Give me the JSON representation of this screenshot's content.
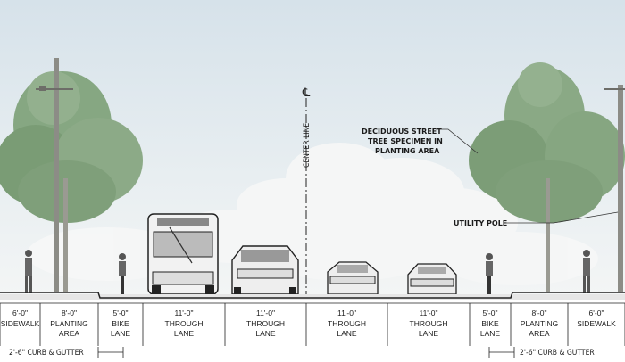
{
  "center_line": {
    "symbol": "℄",
    "label": "CENTER LINE"
  },
  "callouts": {
    "tree": [
      "DECIDUOUS STREET",
      "TREE SPECIMEN IN",
      "PLANTING AREA"
    ],
    "pole": "UTILITY POLE"
  },
  "segments": [
    {
      "width": "6'-0\"",
      "name": [
        "SIDEWALK"
      ]
    },
    {
      "width": "8'-0\"",
      "name": [
        "PLANTING",
        "AREA"
      ]
    },
    {
      "width": "5'-0\"",
      "name": [
        "BIKE",
        "LANE"
      ]
    },
    {
      "width": "11'-0\"",
      "name": [
        "THROUGH",
        "LANE"
      ]
    },
    {
      "width": "11'-0\"",
      "name": [
        "THROUGH",
        "LANE"
      ]
    },
    {
      "width": "11'-0\"",
      "name": [
        "THROUGH",
        "LANE"
      ]
    },
    {
      "width": "11'-0\"",
      "name": [
        "THROUGH",
        "LANE"
      ]
    },
    {
      "width": "5'-0\"",
      "name": [
        "BIKE",
        "LANE"
      ]
    },
    {
      "width": "8'-0\"",
      "name": [
        "PLANTING",
        "AREA"
      ]
    },
    {
      "width": "6'-0\"",
      "name": [
        "SIDEWALK"
      ]
    }
  ],
  "curb_gutter": {
    "left": "2'-6\" CURB & GUTTER",
    "right": "2'-6\" CURB & GUTTER"
  },
  "colors": {
    "sky": "#e4ebef",
    "cloud": "#f4f6f7",
    "tree": "#7fa07a",
    "road": "#d9d9d9"
  }
}
